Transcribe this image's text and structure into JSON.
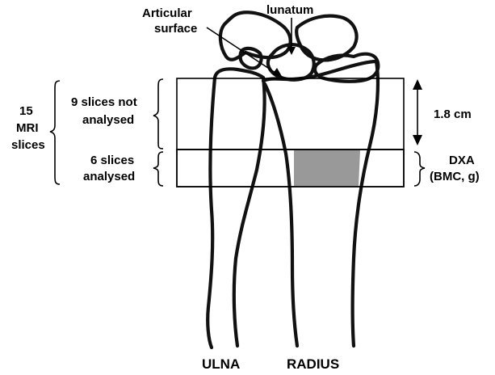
{
  "labels": {
    "articular_surface_line1": "Articular",
    "articular_surface_line2": "surface",
    "lunatum": "lunatum",
    "mri_count": "15",
    "mri_word": "MRI",
    "mri_slices": "slices",
    "not_analysed_line1": "9 slices not",
    "not_analysed_line2": "analysed",
    "analysed_line1": "6 slices",
    "analysed_line2": "analysed",
    "length": "1.8 cm",
    "dxa_line1": "DXA",
    "dxa_line2": "(BMC, g)",
    "ulna": "ULNA",
    "radius": "RADIUS"
  },
  "colors": {
    "line": "#000000",
    "dxa_fill": "#999999",
    "background": "#ffffff"
  }
}
